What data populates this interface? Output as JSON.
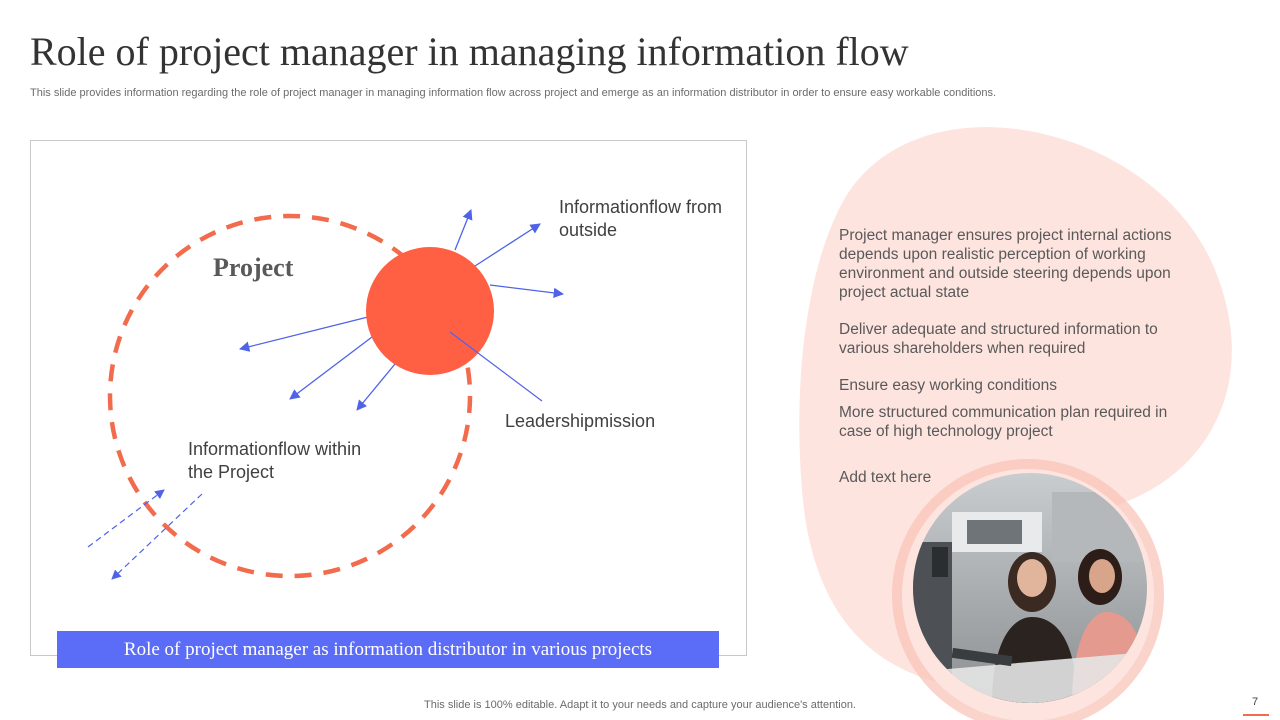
{
  "slide": {
    "title": "Role of project manager in managing information flow",
    "subtitle": "This slide provides information regarding the role of project manager in managing information flow across project and emerge as an information distributor in order to ensure easy workable conditions.",
    "footer": "This slide is 100% editable. Adapt it to your needs and capture your audience's attention.",
    "page_number": "7"
  },
  "diagram": {
    "project_label": "Project",
    "outside_label": "Informationflow from outside",
    "leadership_label": "Leadershipmission",
    "within_label": "Informationflow within the Project",
    "caption": "Role of project manager as information distributor in various projects"
  },
  "panel": {
    "points": [
      "Project manager ensures project internal actions depends upon realistic perception of working environment and outside steering depends upon project actual state",
      "Deliver adequate and structured information to various shareholders when required",
      "Ensure easy working conditions",
      "More structured communication plan required in case of high technology project",
      "Add text here"
    ]
  },
  "colors": {
    "accent_orange": "#f26b4c",
    "circle_fill": "#ff6044",
    "arrow_blue": "#4f63e8",
    "caption_blue": "#5b6cf7",
    "blob_pink": "#fde4df"
  },
  "icons": {
    "photo": "two-women-at-computer-photo"
  }
}
